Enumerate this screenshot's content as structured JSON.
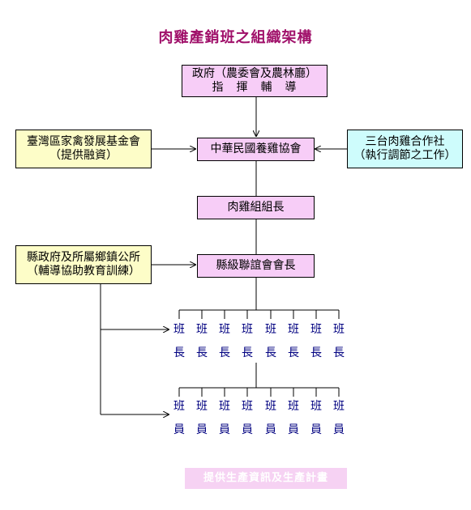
{
  "title": "肉雞產銷班之組織架構",
  "government": {
    "line1": "政府（農委會及農林廳）",
    "line2": "指　揮　輔　導"
  },
  "fund": {
    "line1": "臺灣區家禽發展基金會",
    "line2": "（提供融資）"
  },
  "association": {
    "label": "中華民國養雞協會"
  },
  "coop": {
    "line1": "三台肉雞合作社",
    "line2": "（執行調節之工作）"
  },
  "group_leader": {
    "label": "肉雞組組長"
  },
  "county_gov": {
    "line1": "縣政府及所屬鄉鎮公所",
    "line2": "（輔導協助教育訓練）"
  },
  "county_chair": {
    "label": "縣級聯誼會會長"
  },
  "leaders": {
    "count": 8,
    "char1": "班",
    "char2": "長"
  },
  "members": {
    "count": 8,
    "char1": "班",
    "char2": "員"
  },
  "footer": {
    "label": "提供生產資訊及生產計畫"
  },
  "colors": {
    "title": "#a0106a",
    "pink_box": "#f7cdf7",
    "yellow_box": "#fdfdc8",
    "cyan_box": "#cefcfc",
    "role_text": "#000080",
    "footer_bg": "#f6d2f3"
  }
}
